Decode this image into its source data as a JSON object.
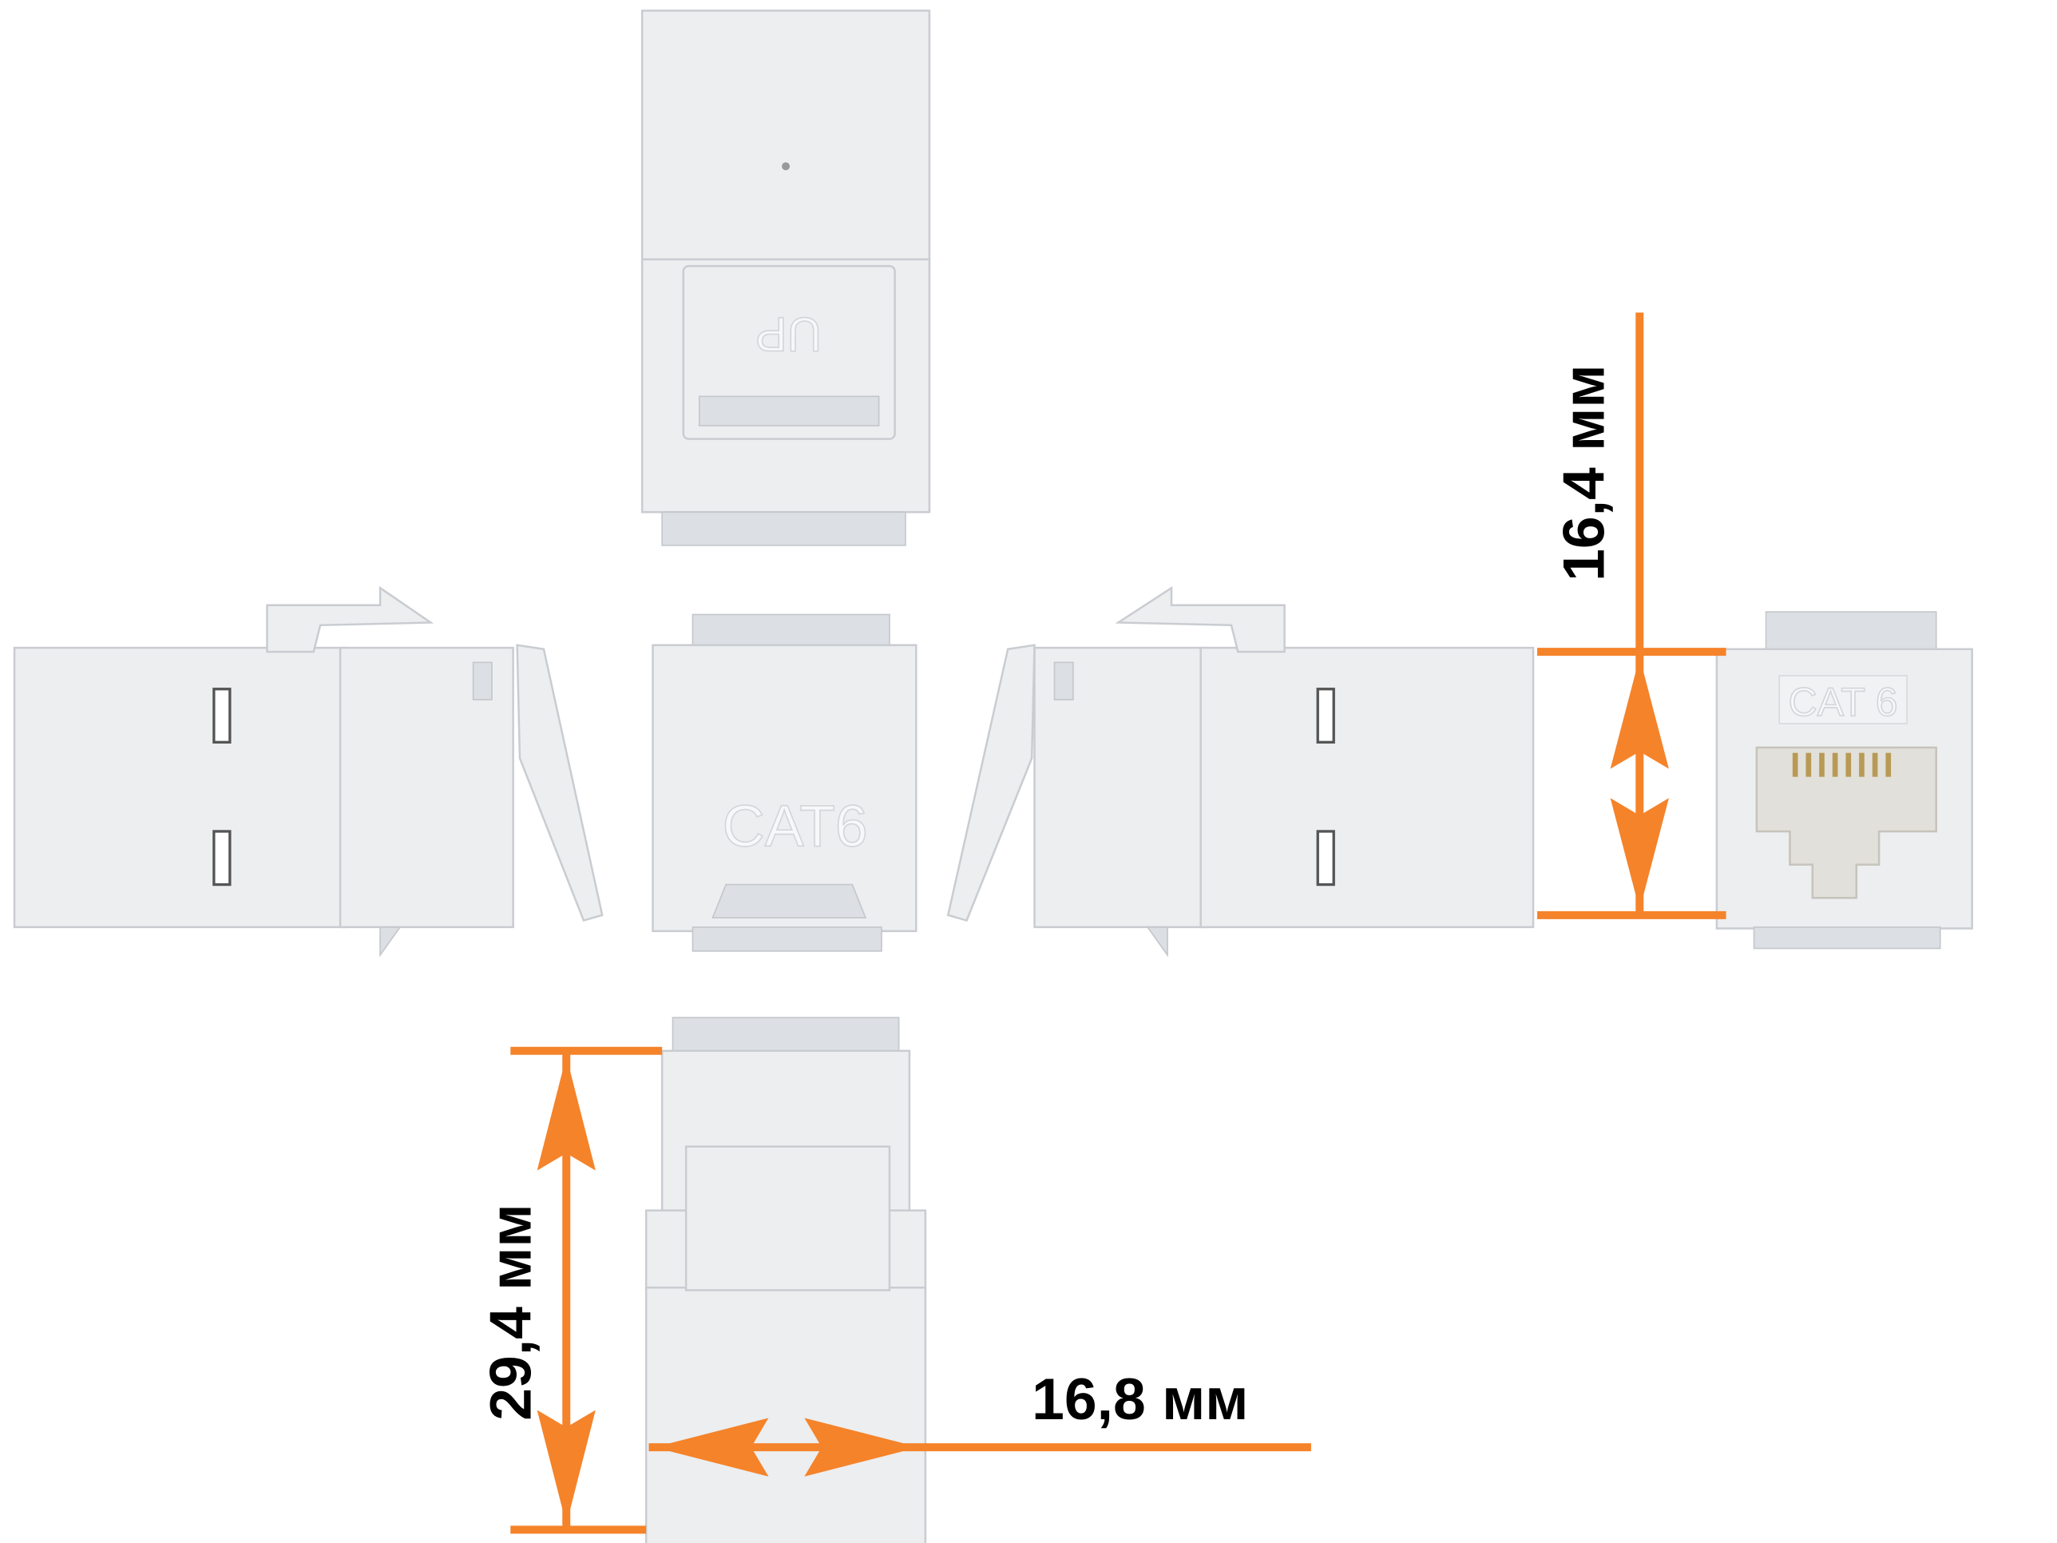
{
  "labels": {
    "up_marking": "UP",
    "cat6_side_marking": "CAT6",
    "cat6_front_marking": "CAT 6"
  },
  "dimensions": {
    "height": "16,4 мм",
    "length": "29,4 мм",
    "width": "16,8 мм"
  },
  "colors": {
    "dimension_lines": "#f5832a",
    "module_body": "#eceef0"
  }
}
